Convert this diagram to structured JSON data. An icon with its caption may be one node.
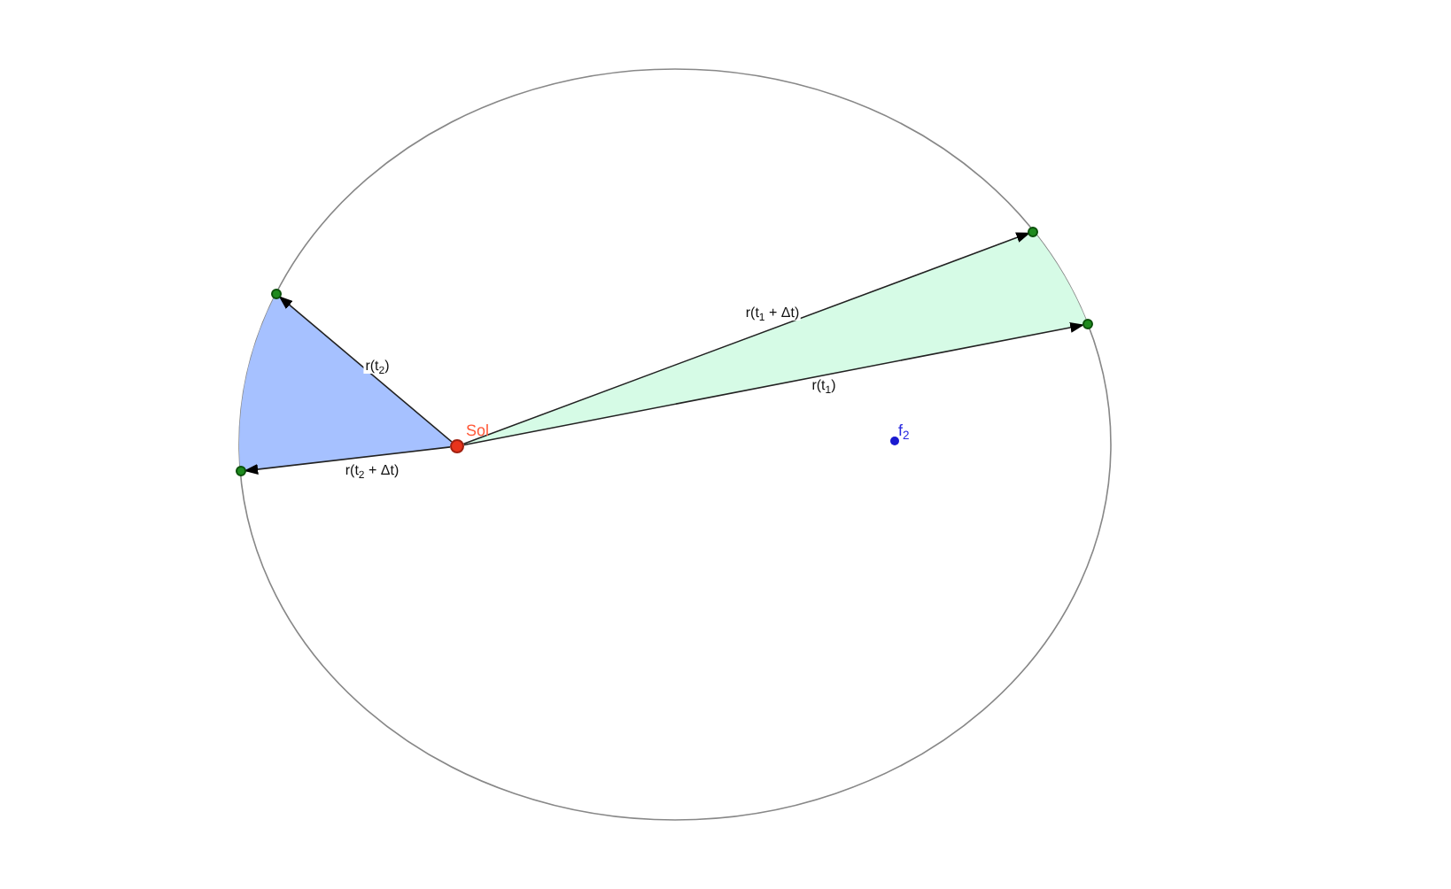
{
  "diagram": {
    "nodes": [
      {
        "text": [
          "Sol"
        ]
      },
      {
        "text": [],
        "shape": "circle"
      },
      {
        "text": [],
        "shape": "circle"
      },
      {
        "text": [],
        "shape": "circle"
      },
      {
        "text": [],
        "shape": "circle"
      }
    ],
    "edges": [
      {
        "from": 0,
        "to": 2,
        "arrow": "to",
        "label": "r(t$_{2}$)"
      },
      {
        "from": 0,
        "to": 1,
        "arrow": "to",
        "label": "r(t$_{2}$ + Δt)"
      },
      {
        "from": 0,
        "to": 3,
        "arrow": "to",
        "label": "r(t$_{1}$ + Δt)"
      },
      {
        "from": 0,
        "to": 4,
        "arrow": "to",
        "label": "r(t$_{1}$)"
      }
    ],
    "labels": [
      "f$_{2}$"
    ]
  }
}
